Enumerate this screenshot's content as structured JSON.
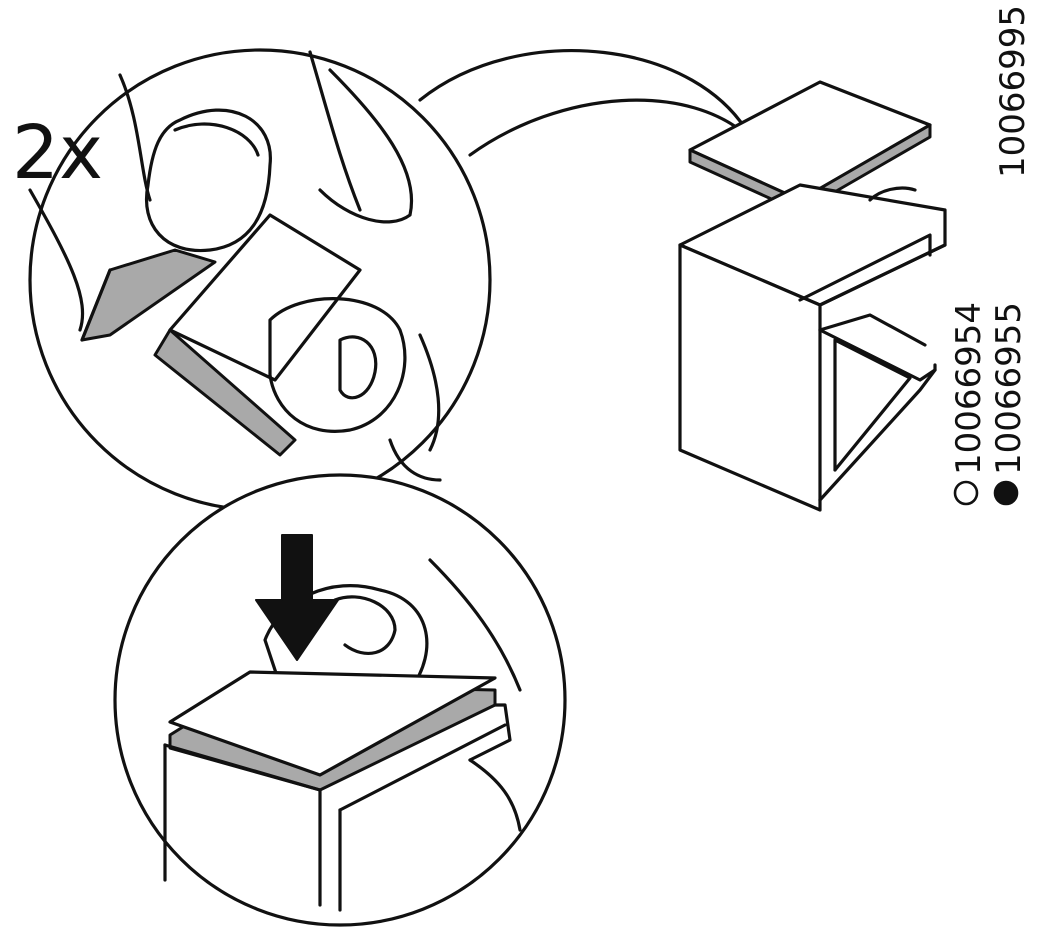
{
  "quantity_label": "2x",
  "part_number_pad": "10066995",
  "variants": [
    {
      "symbol": "white-circle",
      "part_number": "10066954"
    },
    {
      "symbol": "black-circle",
      "part_number": "10066955"
    }
  ],
  "colors": {
    "line": "#111111",
    "pad_fill": "#a9a9a9",
    "background": "#ffffff"
  }
}
